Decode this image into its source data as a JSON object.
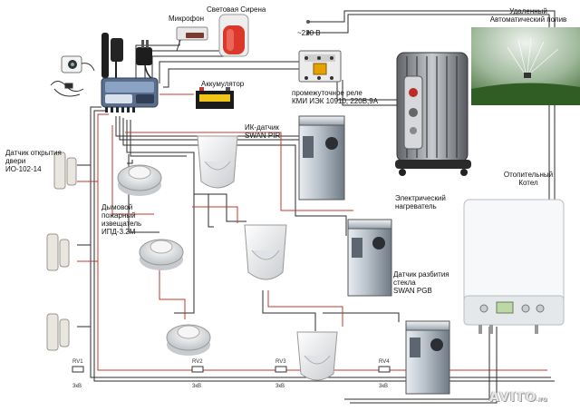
{
  "labels": {
    "microphone": "Микрофон",
    "siren": "Световая Сирена",
    "voltage": "~220 В",
    "battery": "Аккумулятор",
    "relay": "промежуточное реле\nКМИ ИЭК 10910, 220В,9А",
    "lawn": "Удаленный\nАвтоматический полив",
    "door_sensor": "Датчик открытия\nдвери\nИО-102-14",
    "pir": "ИК-датчик\nSWAN PIR",
    "smoke": "Дымовой\nпожарный\nизвещатель\nИПД-3.2М",
    "heater": "Электрический\nнагреватель",
    "boiler": "Отопительный\nКотел",
    "glass": "Датчик разбития\nстекла\nSWAN PGB"
  },
  "resistor_labels": {
    "res1": "RV1",
    "res2": "RV2",
    "res3": "RV3",
    "res4": "RV4",
    "value": "3кВ"
  },
  "watermark": {
    "text": "AVITO",
    "suffix": ".ru"
  },
  "colors": {
    "wire_dark": "#2b2b2b",
    "wire_red": "#c0392b",
    "sensor_white": "#f2f2f2",
    "device_gray": "#8e98a3",
    "siren_red": "#d9382a",
    "lawn_green": "#3f7d2c"
  }
}
